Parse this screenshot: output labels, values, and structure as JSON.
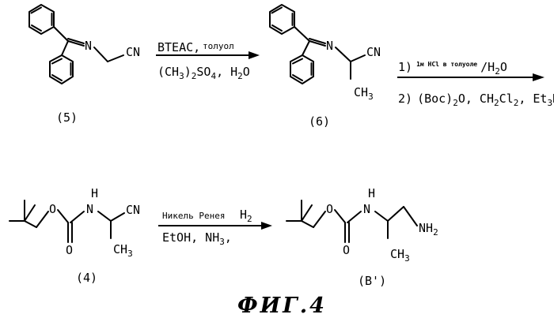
{
  "compounds": {
    "c5": {
      "nitrile": "CN",
      "imine_n": "N",
      "label": "(5)"
    },
    "c6": {
      "nitrile": "CN",
      "imine_n": "N",
      "methyl": "CH",
      "methyl_sub": "3",
      "label": "(6)"
    },
    "c4": {
      "nh_n": "N",
      "nh_h": "H",
      "ester_o": "O",
      "carbonyl_o": "O",
      "nitrile": "CN",
      "methyl": "CH",
      "methyl_sub": "3",
      "label": "(4)"
    },
    "cb": {
      "nh_n": "N",
      "nh_h": "H",
      "ester_o": "O",
      "carbonyl_o": "O",
      "amine": "NH",
      "amine_sub": "2",
      "methyl": "CH",
      "methyl_sub": "3",
      "label": "(B')"
    }
  },
  "arrow1": {
    "above": "BTEAC,",
    "above_solvent": "толуол",
    "below_a": "(CH",
    "below_a_sub": "3",
    "below_b": ")",
    "below_b_sub": "2",
    "below_c": "SO",
    "below_c_sub": "4",
    "below_d": ", H",
    "below_d_sub": "2",
    "below_e": "O"
  },
  "arrow2": {
    "step1_num": "1)",
    "step1_small": "1м HCl в толуоле",
    "step1_tail": "/H",
    "step1_tail_sub": "2",
    "step1_tail_end": "O",
    "step2_num": "2)",
    "step2_a": "(Boc)",
    "step2_a_sub": "2",
    "step2_b": "O, CH",
    "step2_b_sub1": "2",
    "step2_c": "Cl",
    "step2_c_sub": "2",
    "step2_d": ", Et",
    "step2_d_sub": "3",
    "step2_e": "N"
  },
  "arrow3": {
    "above_catalyst": "Никель Ренея",
    "above_h": "H",
    "above_h_sub": "2",
    "below_a": "EtOH, NH",
    "below_a_sub": "3",
    "below_b": ","
  },
  "caption": "ФИГ.4"
}
